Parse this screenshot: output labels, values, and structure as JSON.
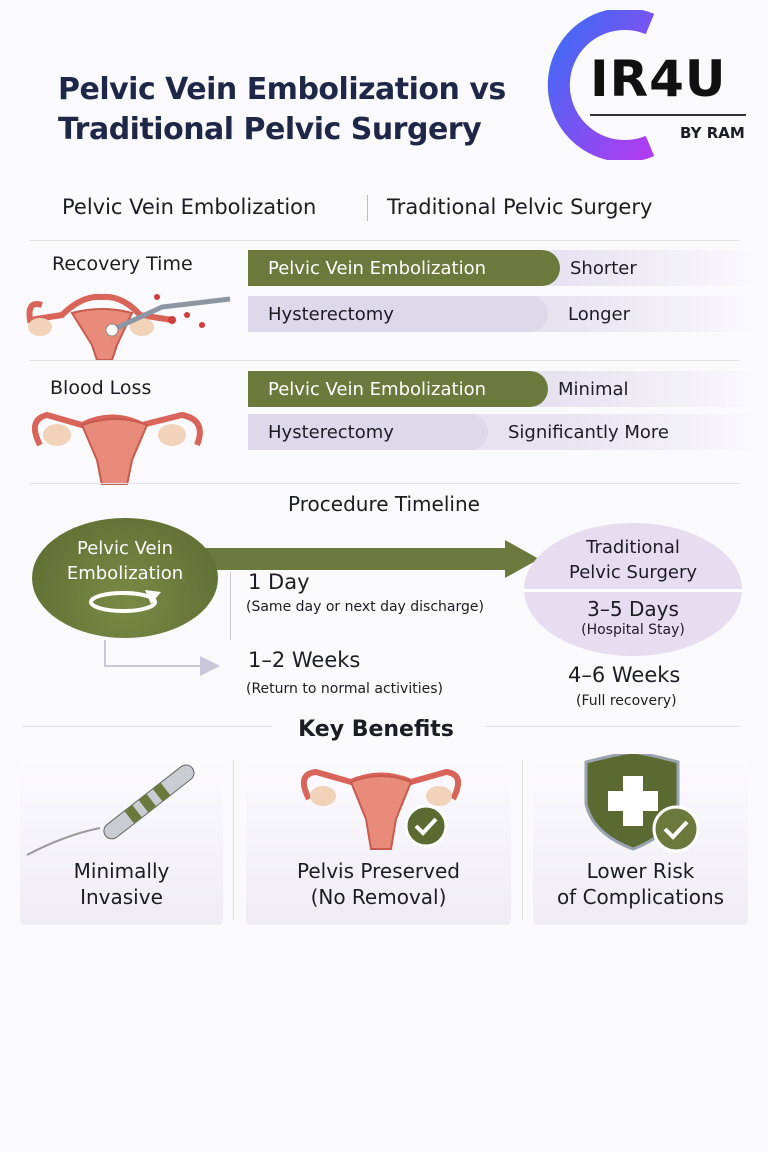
{
  "title": {
    "line1": "Pelvic Vein Embolization vs",
    "line2": "Traditional Pelvic Surgery"
  },
  "logo": {
    "text": "IR4U",
    "subtext": "BY RAM"
  },
  "columns": {
    "left": "Pelvic Vein Embolization",
    "right": "Traditional Pelvic Surgery"
  },
  "comparisons": [
    {
      "label": "Recovery Time",
      "pve_label": "Pelvic Vein Embolization",
      "pve_value": "Shorter",
      "hyst_label": "Hysterectomy",
      "hyst_value": "Longer"
    },
    {
      "label": "Blood Loss",
      "pve_label": "Pelvic Vein Embolization",
      "pve_value": "Minimal",
      "hyst_label": "Hysterectomy",
      "hyst_value": "Significantly More"
    }
  ],
  "timeline": {
    "title": "Procedure Timeline",
    "pve_line1": "Pelvic Vein",
    "pve_line2": "Embolization",
    "day": "1 Day",
    "day_note": "(Same day or next day discharge)",
    "weeks": "1–2 Weeks",
    "weeks_note": "(Return to normal activities)",
    "trad_line1": "Traditional",
    "trad_line2": "Pelvic Surgery",
    "trad_days": "3–5 Days",
    "trad_days_note": "(Hospital Stay)",
    "trad_weeks": "4–6 Weeks",
    "trad_weeks_note": "(Full recovery)"
  },
  "benefits": {
    "title": "Key Benefits",
    "items": [
      {
        "line1": "Minimally",
        "line2": "Invasive",
        "icon": "catheter-icon"
      },
      {
        "line1": "Pelvis Preserved",
        "line2": "(No Removal)",
        "icon": "uterus-check-icon"
      },
      {
        "line1": "Lower Risk",
        "line2": "of Complications",
        "icon": "shield-check-icon"
      }
    ]
  },
  "colors": {
    "green": "#6b7a3c",
    "lavender": "#e4dff0",
    "navy": "#1f2748",
    "logo": "#7a3cf0"
  }
}
